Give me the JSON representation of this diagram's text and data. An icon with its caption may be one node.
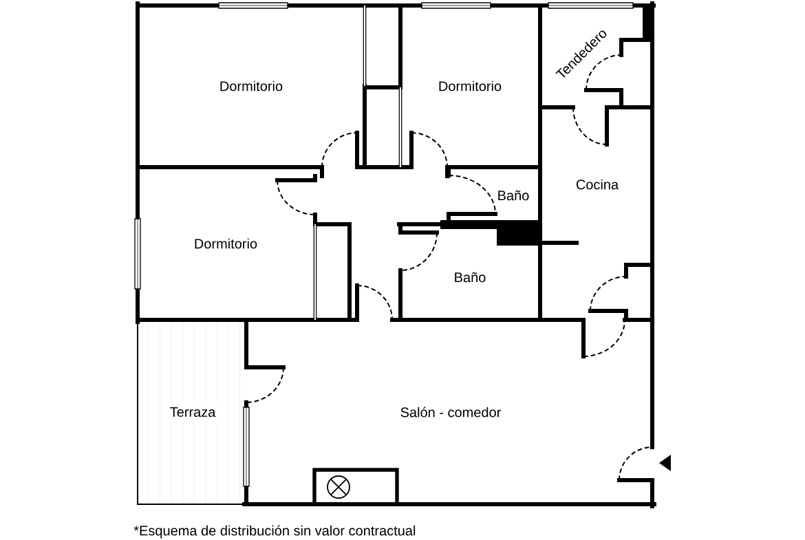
{
  "diagram": {
    "caption": "*Esquema de distribución sin valor contractual",
    "labels": [
      "Dormitorio",
      "Dormitorio",
      "Tendedero",
      "Cocina",
      "Baño",
      "Dormitorio",
      "Baño",
      "Terraza",
      "Salón - comedor"
    ]
  }
}
